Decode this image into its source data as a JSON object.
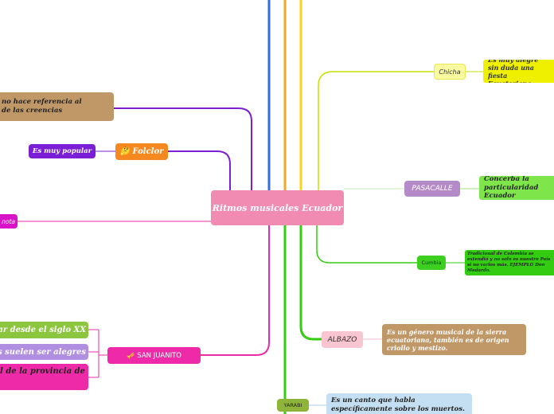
{
  "colors": {
    "center": "#f28bb2",
    "blue": "#2f6de1",
    "orange": "#f5a623",
    "yellow": "#f6d51a",
    "lime": "#c7e000",
    "green": "#33cc11",
    "purple": "#7b1fd6",
    "magenta": "#ee2aa8"
  },
  "center": {
    "label": "Ritmos musicales Ecuador"
  },
  "nodes": {
    "chicha": {
      "label": "Chicha",
      "desc": "Es muy alegre sin duda una fiesta Ecuatoriana"
    },
    "pasacalle": {
      "label": "PASACALLE",
      "desc": "Concerba la particularidad Ecuador"
    },
    "cumbia": {
      "label": "Cumbia",
      "desc": "Tradicional de Colombia se extendió y no solo es nuestro País si no varios más. EJEMPLO Don Medardo."
    },
    "albazo": {
      "label": "ALBAZO",
      "desc": "Es un género musical de la sierra ecuatoriana, también es de origen criollo y mestizo."
    },
    "yarabi": {
      "label": "YARABI",
      "desc": "Es un canto que habla específicamente sobre  los muertos."
    },
    "folclor": {
      "label": "🤔 Folclor",
      "desc_popular": "Es muy popular",
      "desc_creencias": "no hace referencia al\nde las creencias"
    },
    "nota": {
      "label": "nota"
    },
    "sanjuanito": {
      "label": "🎺 SAN JUANITO",
      "items": [
        "lar desde el siglo XX",
        "otas suelen ser alegres",
        "l de la provincia de"
      ]
    }
  }
}
